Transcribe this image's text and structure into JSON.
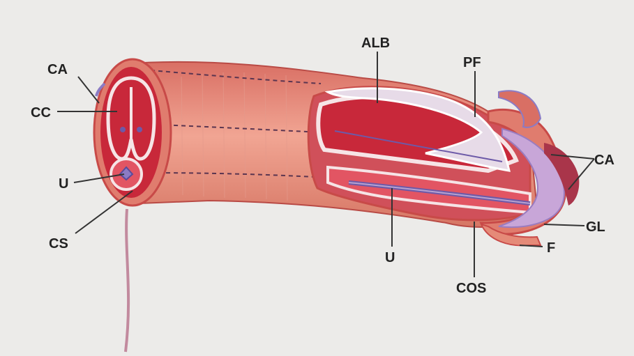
{
  "labels": {
    "ca_left": "CA",
    "cc": "CC",
    "u_left": "U",
    "cs": "CS",
    "alb": "ALB",
    "pf": "PF",
    "ca_right": "CA",
    "gl": "GL",
    "f": "F",
    "u_center": "U",
    "cos": "COS"
  },
  "colors": {
    "background": "#ecebe9",
    "skin": "#e58a78",
    "deep_red": "#c8283a",
    "tunica": "#f4d6d9",
    "lavender": "#b7a2d0",
    "vessel": "#6d5aa8"
  }
}
